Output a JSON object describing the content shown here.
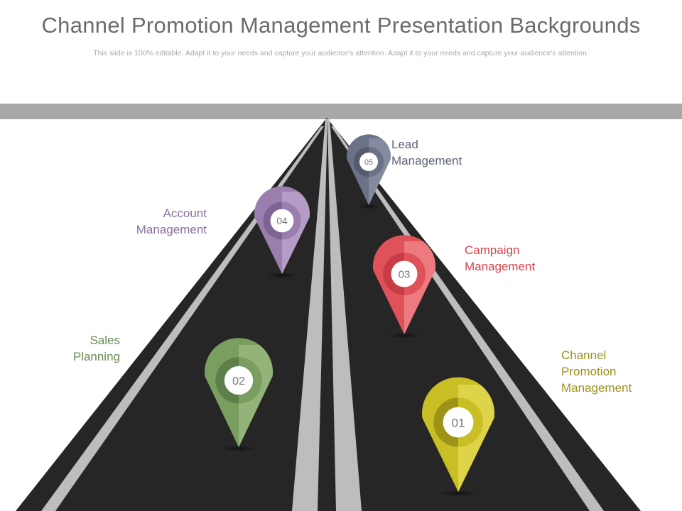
{
  "header": {
    "title": "Channel Promotion Management Presentation Backgrounds",
    "subtitle": "This slide is 100% editable. Adapt it to your needs and capture your audience's attention. Adapt it to your needs and capture your audience's attention."
  },
  "pins": [
    {
      "number": "01",
      "label": "Channel\nPromotion\nManagement",
      "color": "#c9bf24",
      "color_dark": "#9c9318",
      "color_light": "#ded44a"
    },
    {
      "number": "02",
      "label": "Sales\nPlanning",
      "color": "#7a9e60",
      "color_dark": "#5d7f49",
      "color_light": "#93b479"
    },
    {
      "number": "03",
      "label": "Campaign\nManagement",
      "color": "#e0525a",
      "color_dark": "#c83c45",
      "color_light": "#ec7a80"
    },
    {
      "number": "04",
      "label": "Account\nManagement",
      "color": "#9a7fae",
      "color_dark": "#7e6494",
      "color_light": "#b49cc6"
    },
    {
      "number": "05",
      "label": "Lead\nManagement",
      "color": "#6b7186",
      "color_dark": "#555a6d",
      "color_light": "#858b9f"
    }
  ],
  "colors": {
    "road": "#262626",
    "road_stripe": "#bdbdbd",
    "horizon_band": "#a8a8a8"
  }
}
